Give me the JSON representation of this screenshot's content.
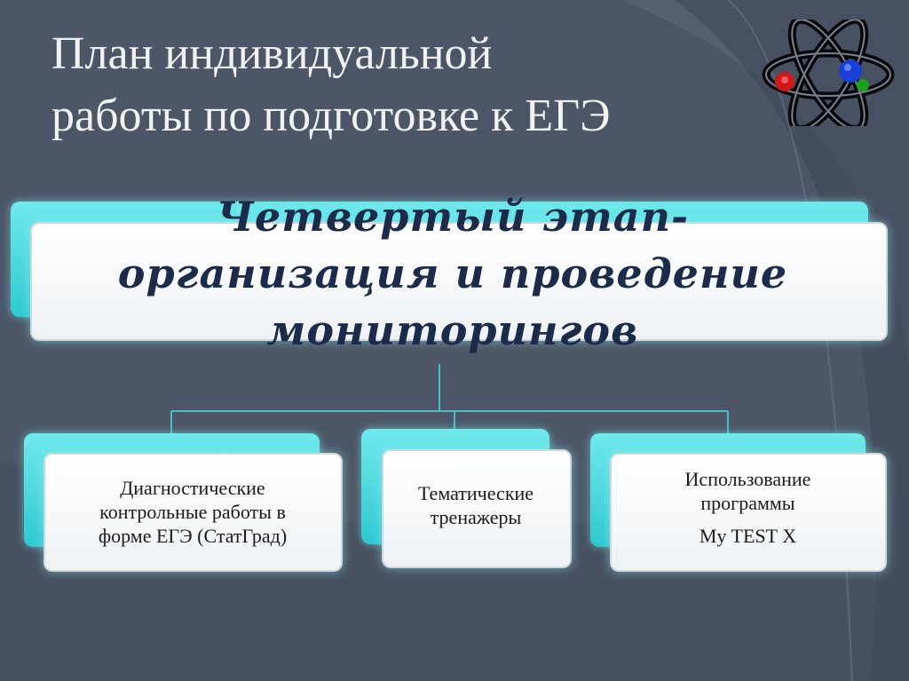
{
  "title": {
    "line1": "План индивидуальной",
    "line2": "работы по подготовке к ЕГЭ"
  },
  "heading": {
    "line1": "Четвертый этап-",
    "line2": "организация и проведение",
    "line3": "мониторингов"
  },
  "items": [
    {
      "line1": "Диагностические",
      "line2": "контрольные работы в",
      "line3": "форме ЕГЭ (СтатГрад)"
    },
    {
      "line1": "Тематические",
      "line2": "тренажеры"
    },
    {
      "line1": "Использование",
      "line2": "программы",
      "line3": "My TEST X"
    }
  ],
  "colors": {
    "background": "#4c5666",
    "accent": "#3fd3d8",
    "heading_text": "#1c2b4a"
  }
}
